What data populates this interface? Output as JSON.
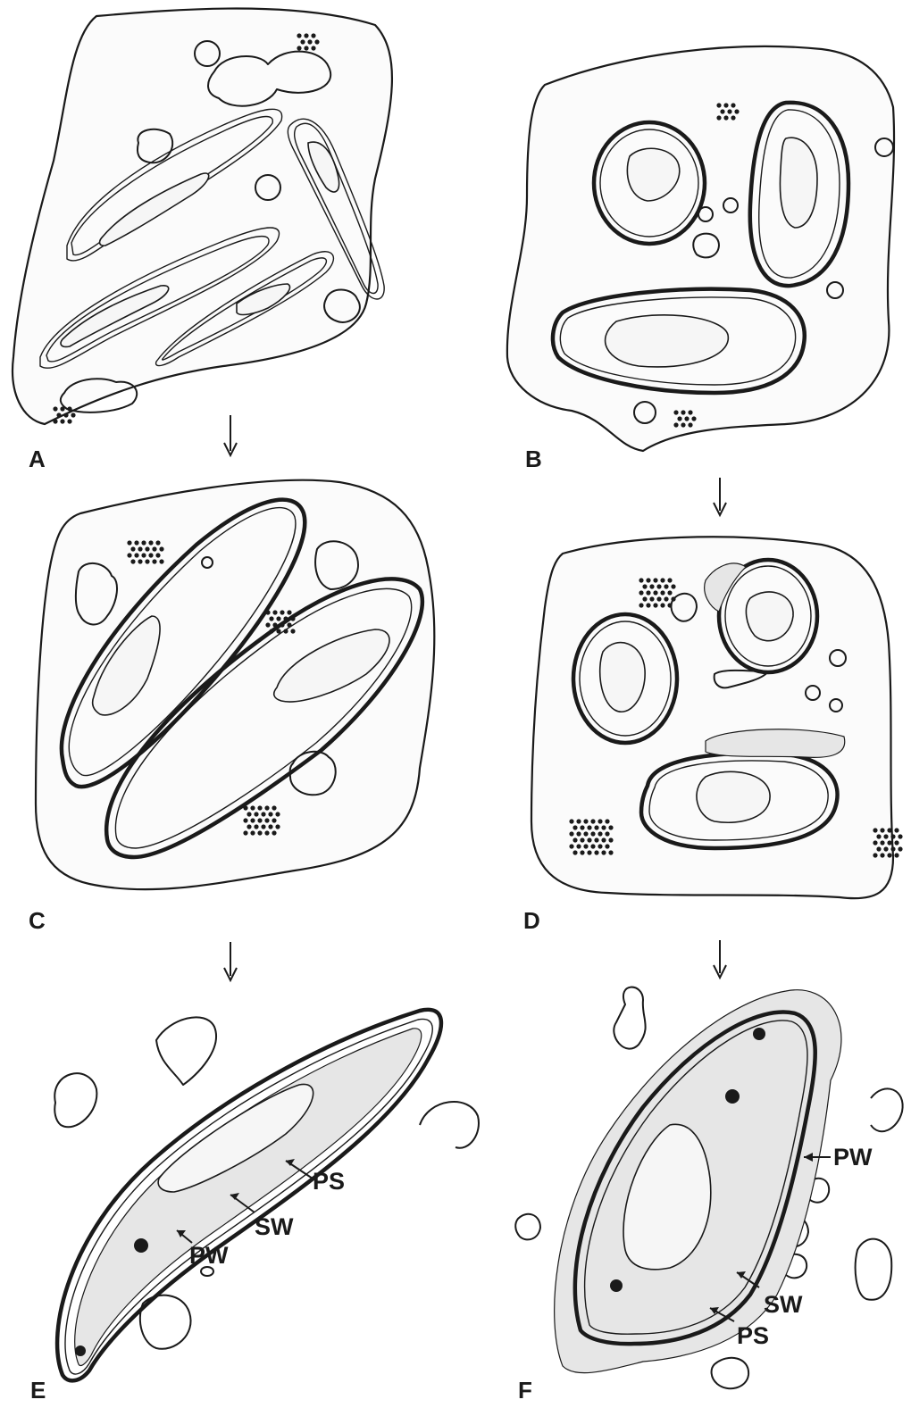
{
  "panels": [
    {
      "id": "A",
      "label": "A"
    },
    {
      "id": "B",
      "label": "B"
    },
    {
      "id": "C",
      "label": "C"
    },
    {
      "id": "D",
      "label": "D"
    },
    {
      "id": "E",
      "label": "E"
    },
    {
      "id": "F",
      "label": "F"
    }
  ],
  "annotations": {
    "E": [
      "PS",
      "SW",
      "PW"
    ],
    "F": [
      "PW",
      "SW",
      "PS"
    ]
  },
  "colors": {
    "ink": "#1a1a1a",
    "background": "#ffffff",
    "stipple": "#e6e6e6"
  }
}
